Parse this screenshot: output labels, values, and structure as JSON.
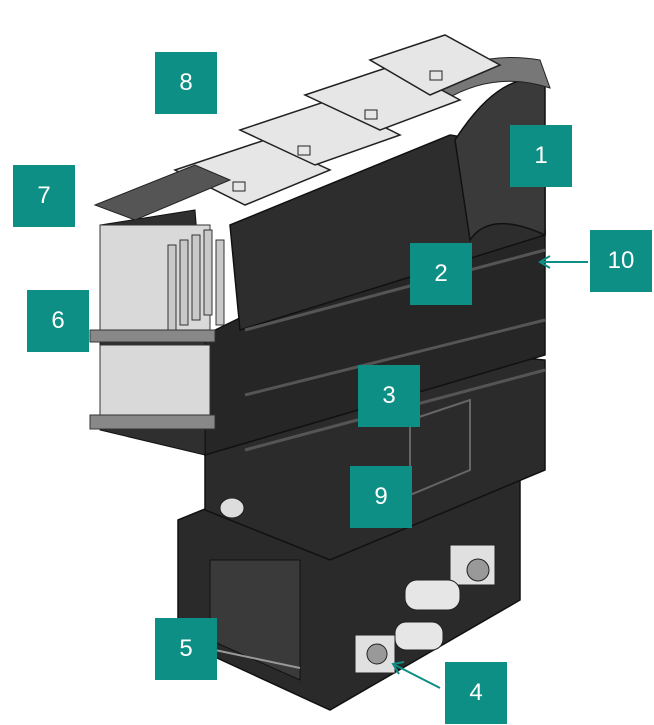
{
  "colors": {
    "callout_fill": "#0e8f86",
    "callout_text": "#ffffff",
    "machine_body": "#262626",
    "panel_light": "#e6e6e6",
    "arrow": "#0e8f86"
  },
  "callouts": [
    {
      "id": "c1",
      "label": "1"
    },
    {
      "id": "c2",
      "label": "2"
    },
    {
      "id": "c3",
      "label": "3"
    },
    {
      "id": "c4",
      "label": "4"
    },
    {
      "id": "c5",
      "label": "5"
    },
    {
      "id": "c6",
      "label": "6"
    },
    {
      "id": "c7",
      "label": "7"
    },
    {
      "id": "c8",
      "label": "8"
    },
    {
      "id": "c9",
      "label": "9"
    },
    {
      "id": "c10",
      "label": "10"
    }
  ]
}
